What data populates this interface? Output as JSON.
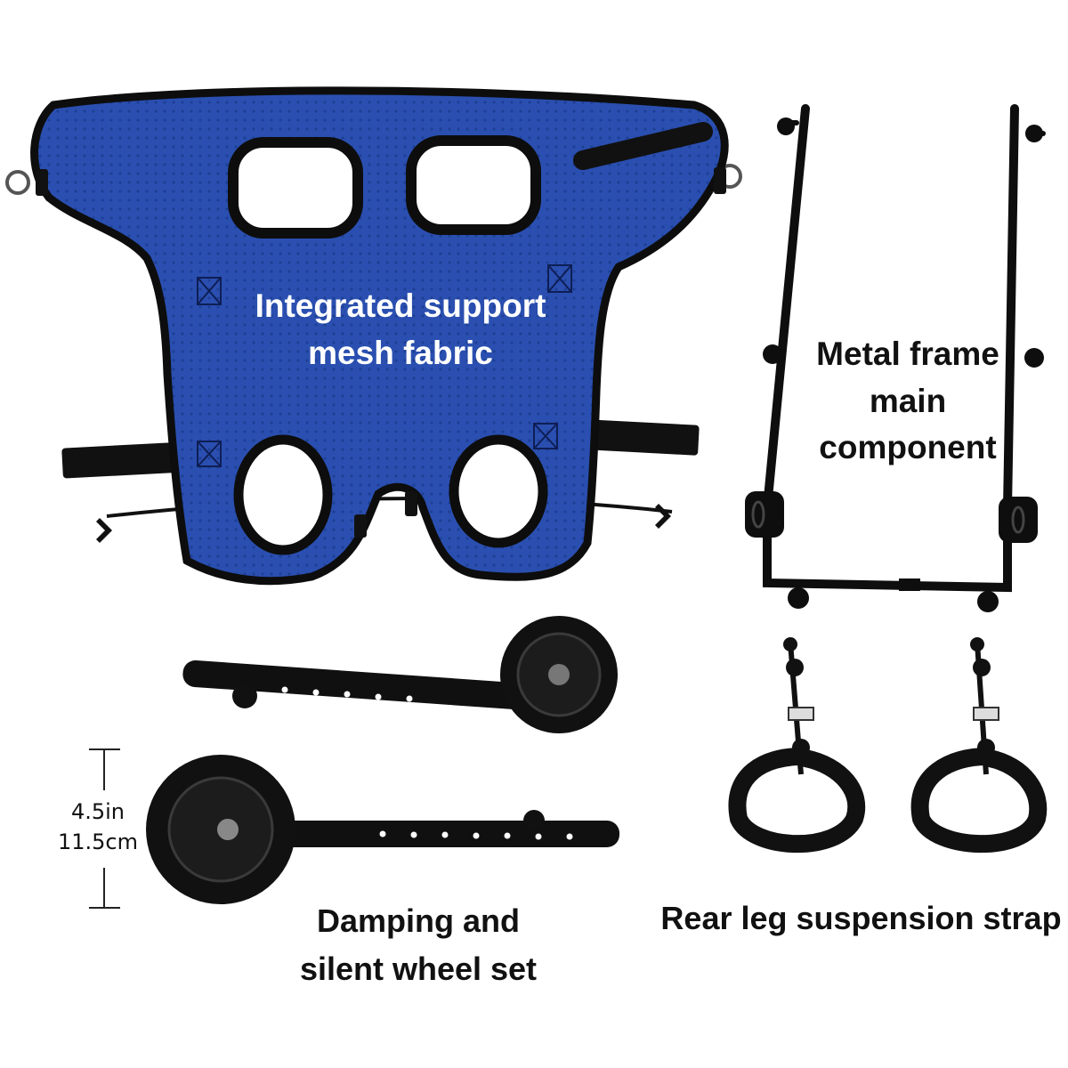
{
  "components": {
    "harness": {
      "icon": "blue-mesh-harness",
      "color": "#2a4fb0",
      "label_lines": [
        "Integrated support",
        "mesh fabric"
      ]
    },
    "frame": {
      "icon": "metal-frame",
      "label_lines": [
        "Metal frame",
        "main",
        "component"
      ]
    },
    "wheels": {
      "icon": "wheel-set",
      "label_lines": [
        "Damping and",
        "silent wheel set"
      ],
      "dimension": {
        "imperial": "4.5in",
        "metric": "11.5cm"
      }
    },
    "straps": {
      "icon": "leg-strap",
      "label": "Rear leg suspension strap"
    }
  }
}
